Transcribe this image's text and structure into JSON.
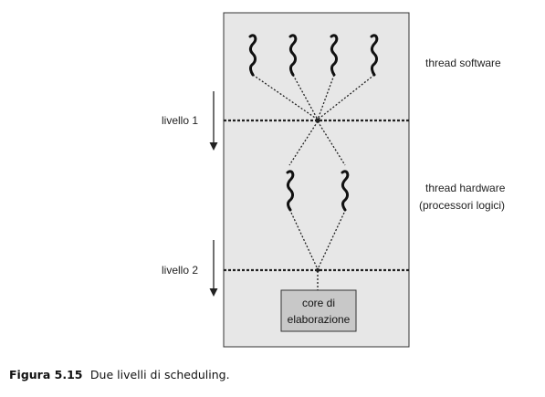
{
  "labels": {
    "software_threads": "thread software",
    "hardware_threads_line1": "thread hardware",
    "hardware_threads_line2": "(processori logici)",
    "level1": "livello 1",
    "level2": "livello 2",
    "core_line1": "core di",
    "core_line2": "elaborazione"
  },
  "caption": {
    "number": "Figura 5.15",
    "text": "Due livelli di scheduling."
  },
  "colors": {
    "panel_fill": "#e7e7e7",
    "panel_border": "#333333",
    "core_fill": "#c8c8c8",
    "line": "#222222"
  },
  "icons": {
    "thread": "wavy-thread-icon",
    "arrow": "down-arrow-icon"
  }
}
